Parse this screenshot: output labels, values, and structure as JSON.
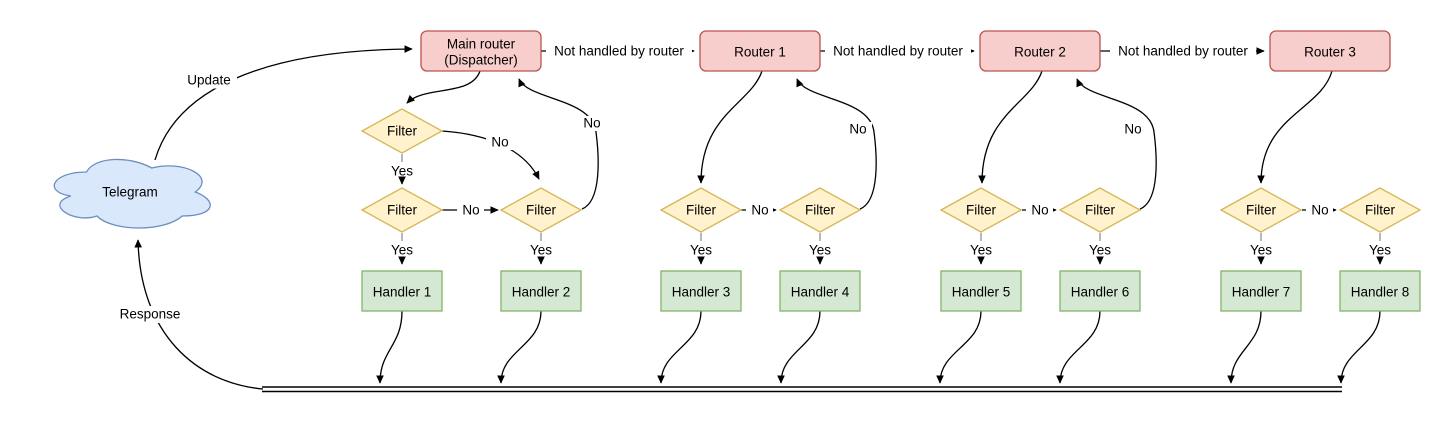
{
  "cloud": {
    "label": "Telegram"
  },
  "main_router": {
    "line1": "Main router",
    "line2": "(Dispatcher)"
  },
  "routers": [
    "Router 1",
    "Router 2",
    "Router 3"
  ],
  "handlers": [
    "Handler 1",
    "Handler 2",
    "Handler 3",
    "Handler 4",
    "Handler 5",
    "Handler 6",
    "Handler 7",
    "Handler 8"
  ],
  "labels": {
    "filter": "Filter",
    "yes": "Yes",
    "no": "No",
    "update": "Update",
    "response": "Response",
    "not_handled": "Not handled by router"
  },
  "colors": {
    "router_fill": "#f8cecc",
    "router_stroke": "#b85450",
    "filter_fill": "#fff2cc",
    "filter_stroke": "#d6b656",
    "handler_fill": "#d5e8d4",
    "handler_stroke": "#82b366",
    "cloud_fill": "#dae8fc",
    "cloud_stroke": "#6c8ebf",
    "edge": "#000000",
    "stub": "#999999"
  }
}
